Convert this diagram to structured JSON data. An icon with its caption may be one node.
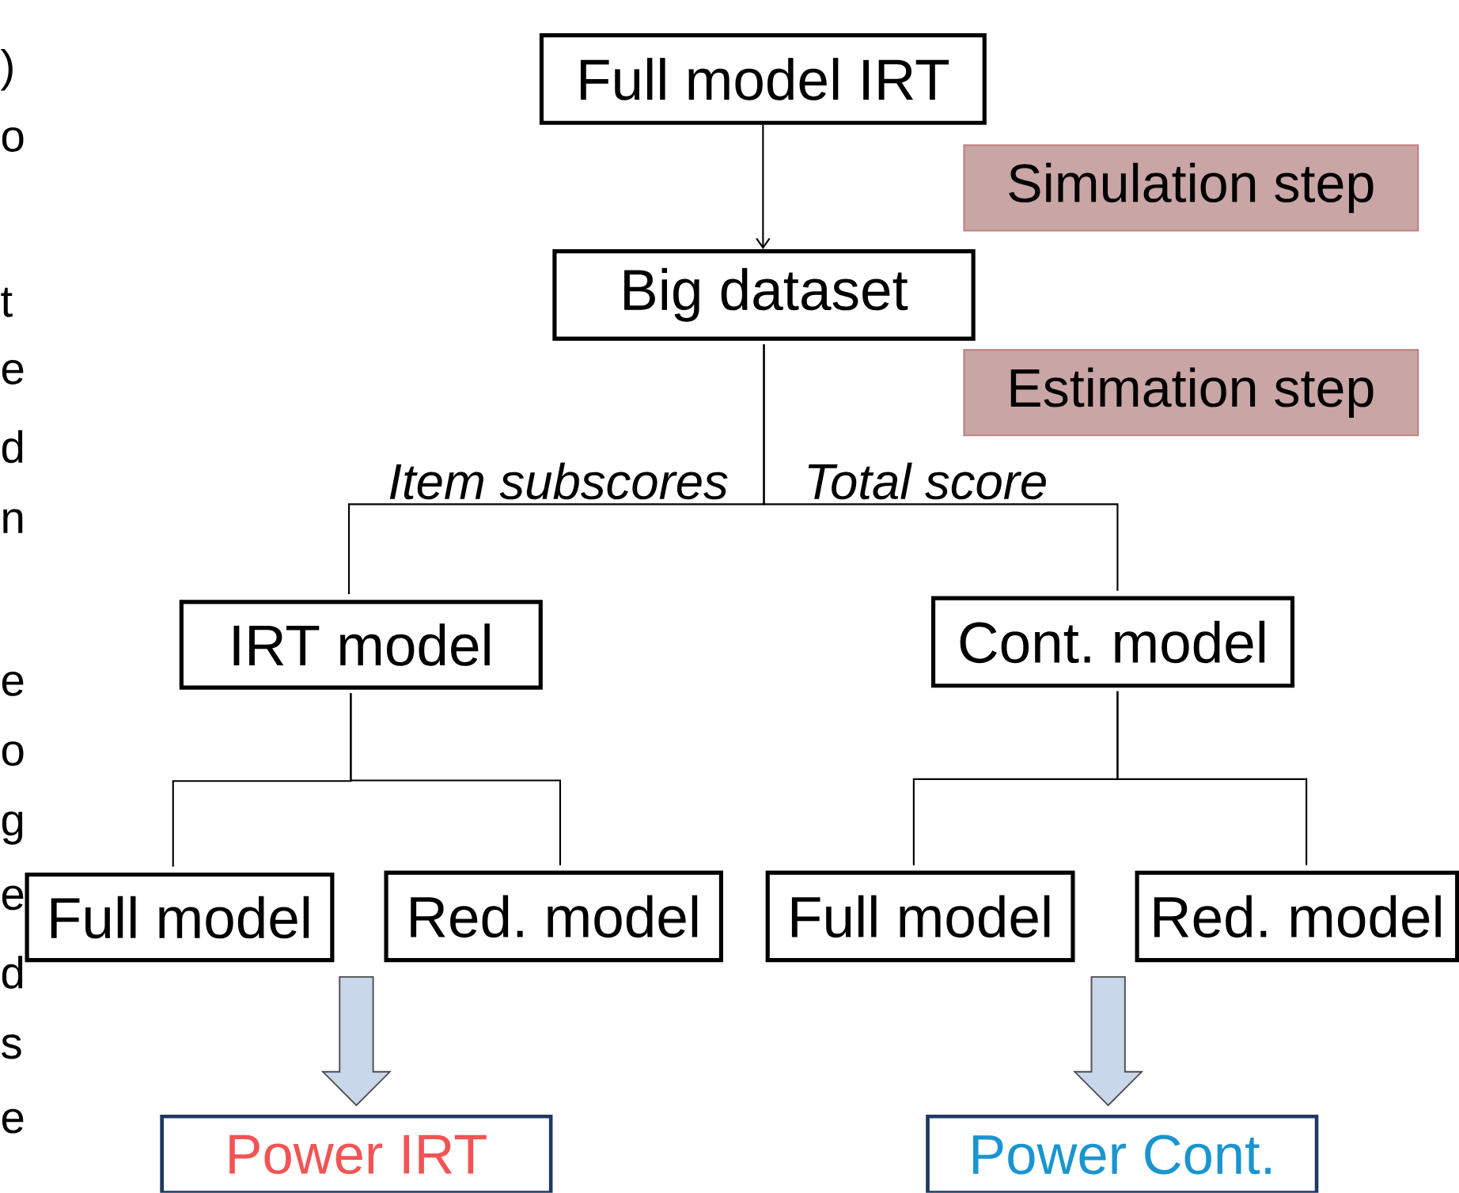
{
  "diagram": {
    "nodes": [
      {
        "text": [
          "Full model IRT"
        ]
      },
      {
        "text": [
          "Big dataset"
        ]
      },
      {
        "text": [
          "Simulation step"
        ]
      },
      {
        "text": [
          "Estimation step"
        ]
      },
      {
        "text": [
          "IRT model"
        ]
      },
      {
        "text": [
          "Cont. model"
        ]
      },
      {
        "text": [
          "Full model"
        ]
      },
      {
        "text": [
          "Red. model"
        ]
      },
      {
        "text": [
          "Full model"
        ]
      },
      {
        "text": [
          "Red. model"
        ]
      },
      {
        "text": [
          "Power IRT"
        ]
      },
      {
        "text": [
          "Power Cont."
        ]
      }
    ],
    "edges": [
      {
        "from": 0,
        "to": 1,
        "arrow": "to"
      },
      {
        "from": 1,
        "to": 4,
        "arrow": "none",
        "label": "Item subscores"
      },
      {
        "from": 1,
        "to": 5,
        "arrow": "none",
        "label": "Total score"
      },
      {
        "from": 4,
        "to": 6,
        "arrow": "none"
      },
      {
        "from": 4,
        "to": 7,
        "arrow": "none"
      },
      {
        "from": 5,
        "to": 8,
        "arrow": "none"
      },
      {
        "from": 5,
        "to": 9,
        "arrow": "none"
      },
      {
        "from": 6,
        "to": 10,
        "arrow": "to",
        "style": "thick",
        "color": "#c9d7ea"
      },
      {
        "from": 7,
        "to": 10,
        "arrow": "to",
        "style": "thick",
        "color": "#c9d7ea"
      },
      {
        "from": 8,
        "to": 11,
        "arrow": "to",
        "style": "thick",
        "color": "#c9d7ea"
      },
      {
        "from": 9,
        "to": 11,
        "arrow": "to",
        "style": "thick",
        "color": "#c9d7ea"
      }
    ],
    "labels": [
      ")",
      "o",
      "t",
      "e",
      "d",
      "n",
      "e",
      "o",
      "g",
      "e",
      "d",
      "s",
      "e"
    ]
  }
}
